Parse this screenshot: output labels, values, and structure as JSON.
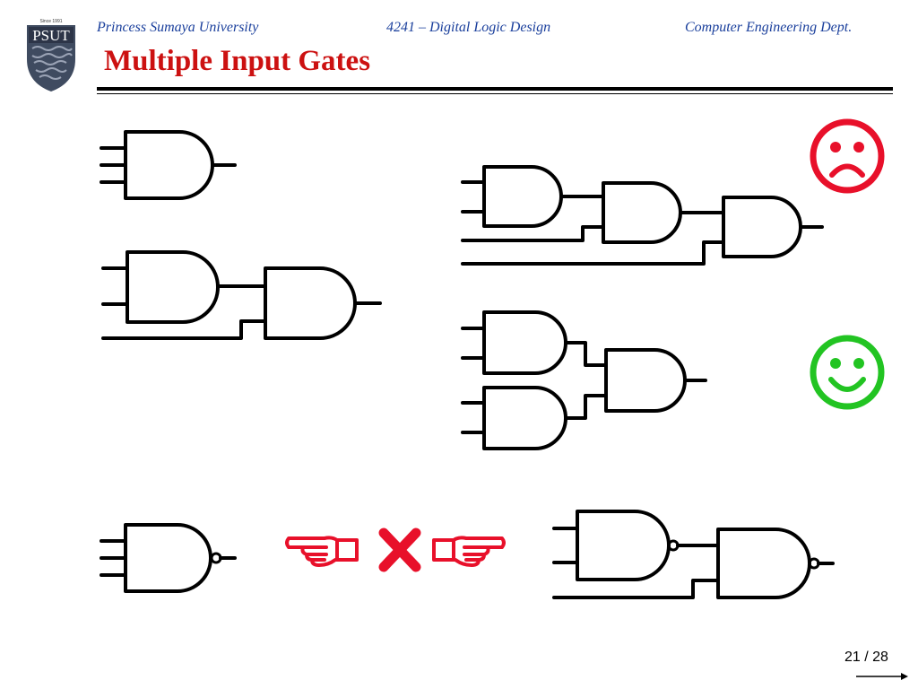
{
  "header": {
    "university": "Princess Sumaya University",
    "course": "4241 – Digital Logic Design",
    "department": "Computer Engineering Dept."
  },
  "logo": {
    "text_since": "Since 1991",
    "text_main": "PSUT",
    "icon": "psut-crest-icon"
  },
  "slide": {
    "title": "Multiple Input Gates"
  },
  "icons": {
    "sad_face": {
      "name": "sad-face-icon",
      "color": "#e8102a"
    },
    "happy_face": {
      "name": "happy-face-icon",
      "color": "#22c422"
    },
    "left_pointer": {
      "name": "pointing-hand-left-icon",
      "color": "#e8102a"
    },
    "cross": {
      "name": "cross-icon",
      "color": "#e8102a"
    },
    "right_pointer": {
      "name": "pointing-hand-right-icon",
      "color": "#e8102a"
    }
  },
  "footer": {
    "page": "21 / 28"
  }
}
